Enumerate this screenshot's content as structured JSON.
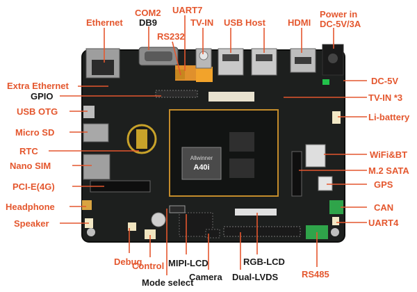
{
  "colors": {
    "accent": "#e4572e",
    "pcb": "#1d1f1e",
    "text": "#1a1a1a"
  },
  "labels": {
    "ethernet": "Ethernet",
    "com2": "COM2",
    "db9": "DB9",
    "uart7": "UART7",
    "rs232": "RS232",
    "tv_in": "TV-IN",
    "usb_host": "USB Host",
    "hdmi": "HDMI",
    "power_in": "Power in",
    "power_spec": "DC-5V/3A",
    "extra_ethernet": "Extra Ethernet",
    "gpio": "GPIO",
    "usb_otg": "USB OTG",
    "micro_sd": "Micro SD",
    "rtc": "RTC",
    "nano_sim": "Nano SIM",
    "pcie": "PCI-E(4G)",
    "headphone": "Headphone",
    "speaker": "Speaker",
    "debug": "Debug",
    "control": "Control",
    "mode_select": "Mode select",
    "mipi_lcd": "MIPI-LCD",
    "camera": "Camera",
    "rgb_lcd": "RGB-LCD",
    "dual_lvds": "Dual-LVDS",
    "rs485": "RS485",
    "dc5v": "DC-5V",
    "tv_in3": "TV-IN *3",
    "li_battery": "Li-battery",
    "wifi_bt": "WiFi&BT",
    "m2_sata": "M.2 SATA",
    "gps": "GPS",
    "can": "CAN",
    "uart4": "UART4"
  },
  "soc": {
    "brand": "Allwinner",
    "model": "A40i"
  }
}
